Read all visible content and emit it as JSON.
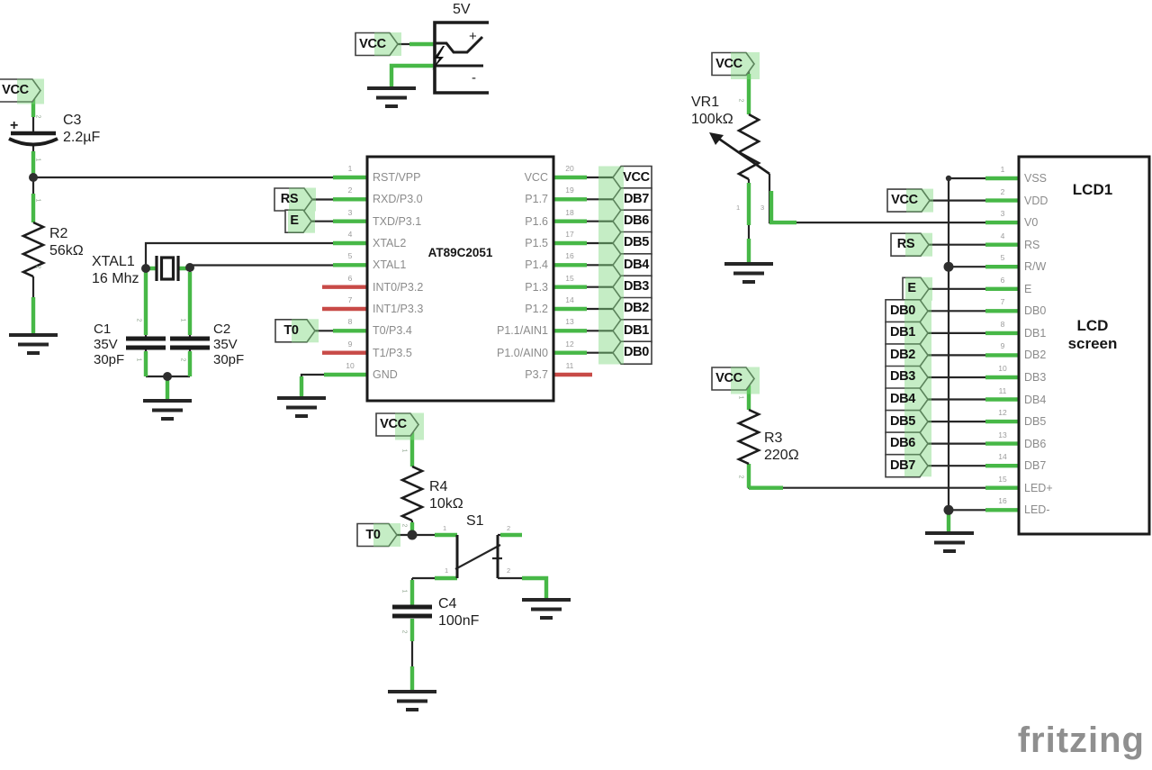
{
  "colors": {
    "wire_black": "#262626",
    "terminal_green": "#47b847",
    "highlight_green": "#7ed87e",
    "unconnected_red": "#c84a47",
    "pin_text_gray": "#8b8b8b",
    "logo_gray": "#8f8f8f"
  },
  "labels": {
    "supply_5v": "5V",
    "battery_plus": "+",
    "battery_minus": "-",
    "cap_plus": "+",
    "c3_ref": "C3",
    "c3_val": "2.2µF",
    "r2_ref": "R2",
    "r2_val": "56kΩ",
    "xtal_ref": "XTAL1",
    "xtal_val": "16 Mhz",
    "c1_ref": "C1",
    "c1_volt": "35V",
    "c1_val": "30pF",
    "c2_ref": "C2",
    "c2_volt": "35V",
    "c2_val": "30pF",
    "vr1_ref": "VR1",
    "vr1_val": "100kΩ",
    "r3_ref": "R3",
    "r3_val": "220Ω",
    "r4_ref": "R4",
    "r4_val": "10kΩ",
    "s1_ref": "S1",
    "c4_ref": "C4",
    "c4_val": "100nF",
    "logo": "fritzing"
  },
  "flags": {
    "vcc_top_left": "VCC",
    "vcc_battery": "VCC",
    "rs_mcu": "RS",
    "e_mcu": "E",
    "t0_mcu": "T0",
    "vcc_vr1": "VCC",
    "vcc_r3": "VCC",
    "vcc_r4": "VCC",
    "t0_switch": "T0",
    "vcc_lcd": "VCC",
    "rs_lcd": "RS",
    "e_lcd": "E"
  },
  "mcu": {
    "name": "AT89C2051",
    "left_pins": [
      {
        "n": "1",
        "l": "RST/VPP"
      },
      {
        "n": "2",
        "l": "RXD/P3.0"
      },
      {
        "n": "3",
        "l": "TXD/P3.1"
      },
      {
        "n": "4",
        "l": "XTAL2"
      },
      {
        "n": "5",
        "l": "XTAL1"
      },
      {
        "n": "6",
        "l": "INT0/P3.2"
      },
      {
        "n": "7",
        "l": "INT1/P3.3"
      },
      {
        "n": "8",
        "l": "T0/P3.4"
      },
      {
        "n": "9",
        "l": "T1/P3.5"
      },
      {
        "n": "10",
        "l": "GND"
      }
    ],
    "right_pins": [
      {
        "n": "20",
        "l": "VCC"
      },
      {
        "n": "19",
        "l": "P1.7"
      },
      {
        "n": "18",
        "l": "P1.6"
      },
      {
        "n": "17",
        "l": "P1.5"
      },
      {
        "n": "16",
        "l": "P1.4"
      },
      {
        "n": "15",
        "l": "P1.3"
      },
      {
        "n": "14",
        "l": "P1.2"
      },
      {
        "n": "13",
        "l": "P1.1/AIN1"
      },
      {
        "n": "12",
        "l": "P1.0/AIN0"
      },
      {
        "n": "11",
        "l": "P3.7"
      }
    ],
    "right_flags": [
      "VCC",
      "DB7",
      "DB6",
      "DB5",
      "DB4",
      "DB3",
      "DB2",
      "DB1",
      "DB0"
    ]
  },
  "lcd": {
    "name": "LCD1",
    "caption_line1": "LCD",
    "caption_line2": "screen",
    "pins": [
      {
        "n": "1",
        "l": "VSS"
      },
      {
        "n": "2",
        "l": "VDD"
      },
      {
        "n": "3",
        "l": "V0"
      },
      {
        "n": "4",
        "l": "RS"
      },
      {
        "n": "5",
        "l": "R/W"
      },
      {
        "n": "6",
        "l": "E"
      },
      {
        "n": "7",
        "l": "DB0"
      },
      {
        "n": "8",
        "l": "DB1"
      },
      {
        "n": "9",
        "l": "DB2"
      },
      {
        "n": "10",
        "l": "DB3"
      },
      {
        "n": "11",
        "l": "DB4"
      },
      {
        "n": "12",
        "l": "DB5"
      },
      {
        "n": "13",
        "l": "DB6"
      },
      {
        "n": "14",
        "l": "DB7"
      },
      {
        "n": "15",
        "l": "LED+"
      },
      {
        "n": "16",
        "l": "LED-"
      }
    ],
    "db_flags": [
      "DB0",
      "DB1",
      "DB2",
      "DB3",
      "DB4",
      "DB5",
      "DB6",
      "DB7"
    ]
  },
  "terminal_numbers": {
    "c3_top": "2",
    "c3_bot": "1",
    "r2_top": "1",
    "r2_bot": "2",
    "c1_top": "2",
    "c1_bot": "1",
    "c2_top": "1",
    "c2_bot": "2",
    "vr1_top": "2",
    "vr1_b1": "1",
    "vr1_b3": "3",
    "r3_top": "1",
    "r3_bot": "2",
    "r4_top": "1",
    "r4_bot": "2",
    "c4_top": "1",
    "c4_bot": "2",
    "s1_tl": "1",
    "s1_tr": "2",
    "s1_bl": "1",
    "s1_br": "2"
  }
}
